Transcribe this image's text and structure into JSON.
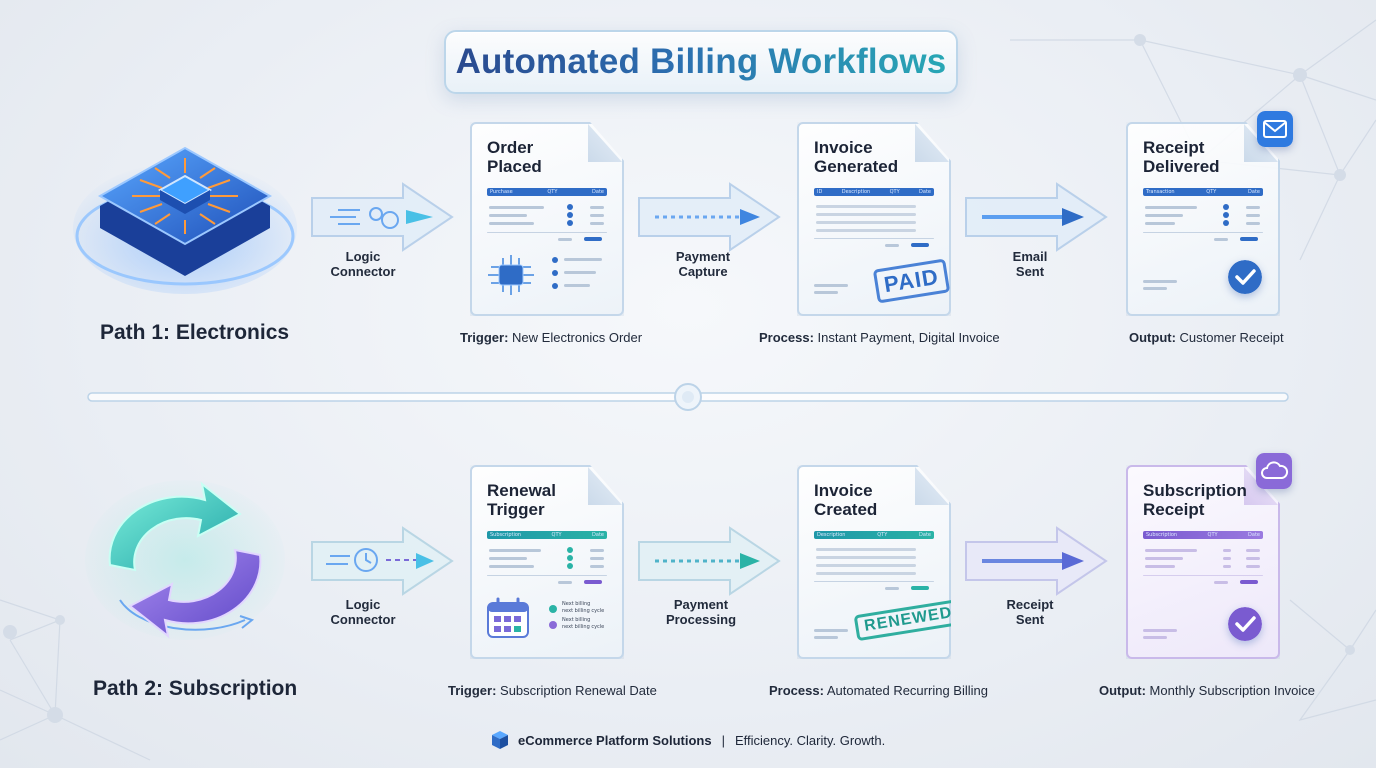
{
  "title": "Automated Billing Workflows",
  "paths": [
    {
      "label": "Path 1: Electronics",
      "connectors": [
        "Logic\nConnector",
        "Payment\nCapture",
        "Email\nSent"
      ],
      "docs": [
        {
          "title": "Order\nPlaced",
          "head": [
            "Purchase",
            "QTY",
            "Date"
          ]
        },
        {
          "title": "Invoice\nGenerated",
          "head": [
            "ID",
            "Description",
            "QTY",
            "Date"
          ],
          "stamp": "PAID"
        },
        {
          "title": "Receipt\nDelivered",
          "head": [
            "Transaction",
            "QTY",
            "Date"
          ]
        }
      ],
      "captions": [
        {
          "key": "Trigger:",
          "value": "New Electronics Order"
        },
        {
          "key": "Process:",
          "value": "Instant Payment, Digital Invoice"
        },
        {
          "key": "Output:",
          "value": "Customer Receipt"
        }
      ]
    },
    {
      "label": "Path 2: Subscription",
      "connectors": [
        "Logic\nConnector",
        "Payment\nProcessing",
        "Receipt\nSent"
      ],
      "docs": [
        {
          "title": "Renewal\nTrigger",
          "head": [
            "Subscription",
            "QTY",
            "Date"
          ],
          "notes": [
            "Next billing\nnext billing cycle",
            "Next billing\nnext billing cycle"
          ]
        },
        {
          "title": "Invoice\nCreated",
          "head": [
            "Description",
            "QTY",
            "Date"
          ],
          "stamp": "RENEWED"
        },
        {
          "title": "Subscription\nReceipt",
          "head": [
            "Subscription",
            "QTY",
            "Date"
          ]
        }
      ],
      "captions": [
        {
          "key": "Trigger:",
          "value": "Subscription Renewal Date"
        },
        {
          "key": "Process:",
          "value": "Automated Recurring Billing"
        },
        {
          "key": "Output:",
          "value": "Monthly Subscription Invoice"
        }
      ]
    }
  ],
  "footer": {
    "brand": "eCommerce Platform Solutions",
    "separator": "|",
    "tagline": "Efficiency. Clarity. Growth."
  },
  "colors": {
    "blue": "#2f6cc6",
    "teal": "#2ab3a6",
    "violet": "#8a6ad8"
  }
}
